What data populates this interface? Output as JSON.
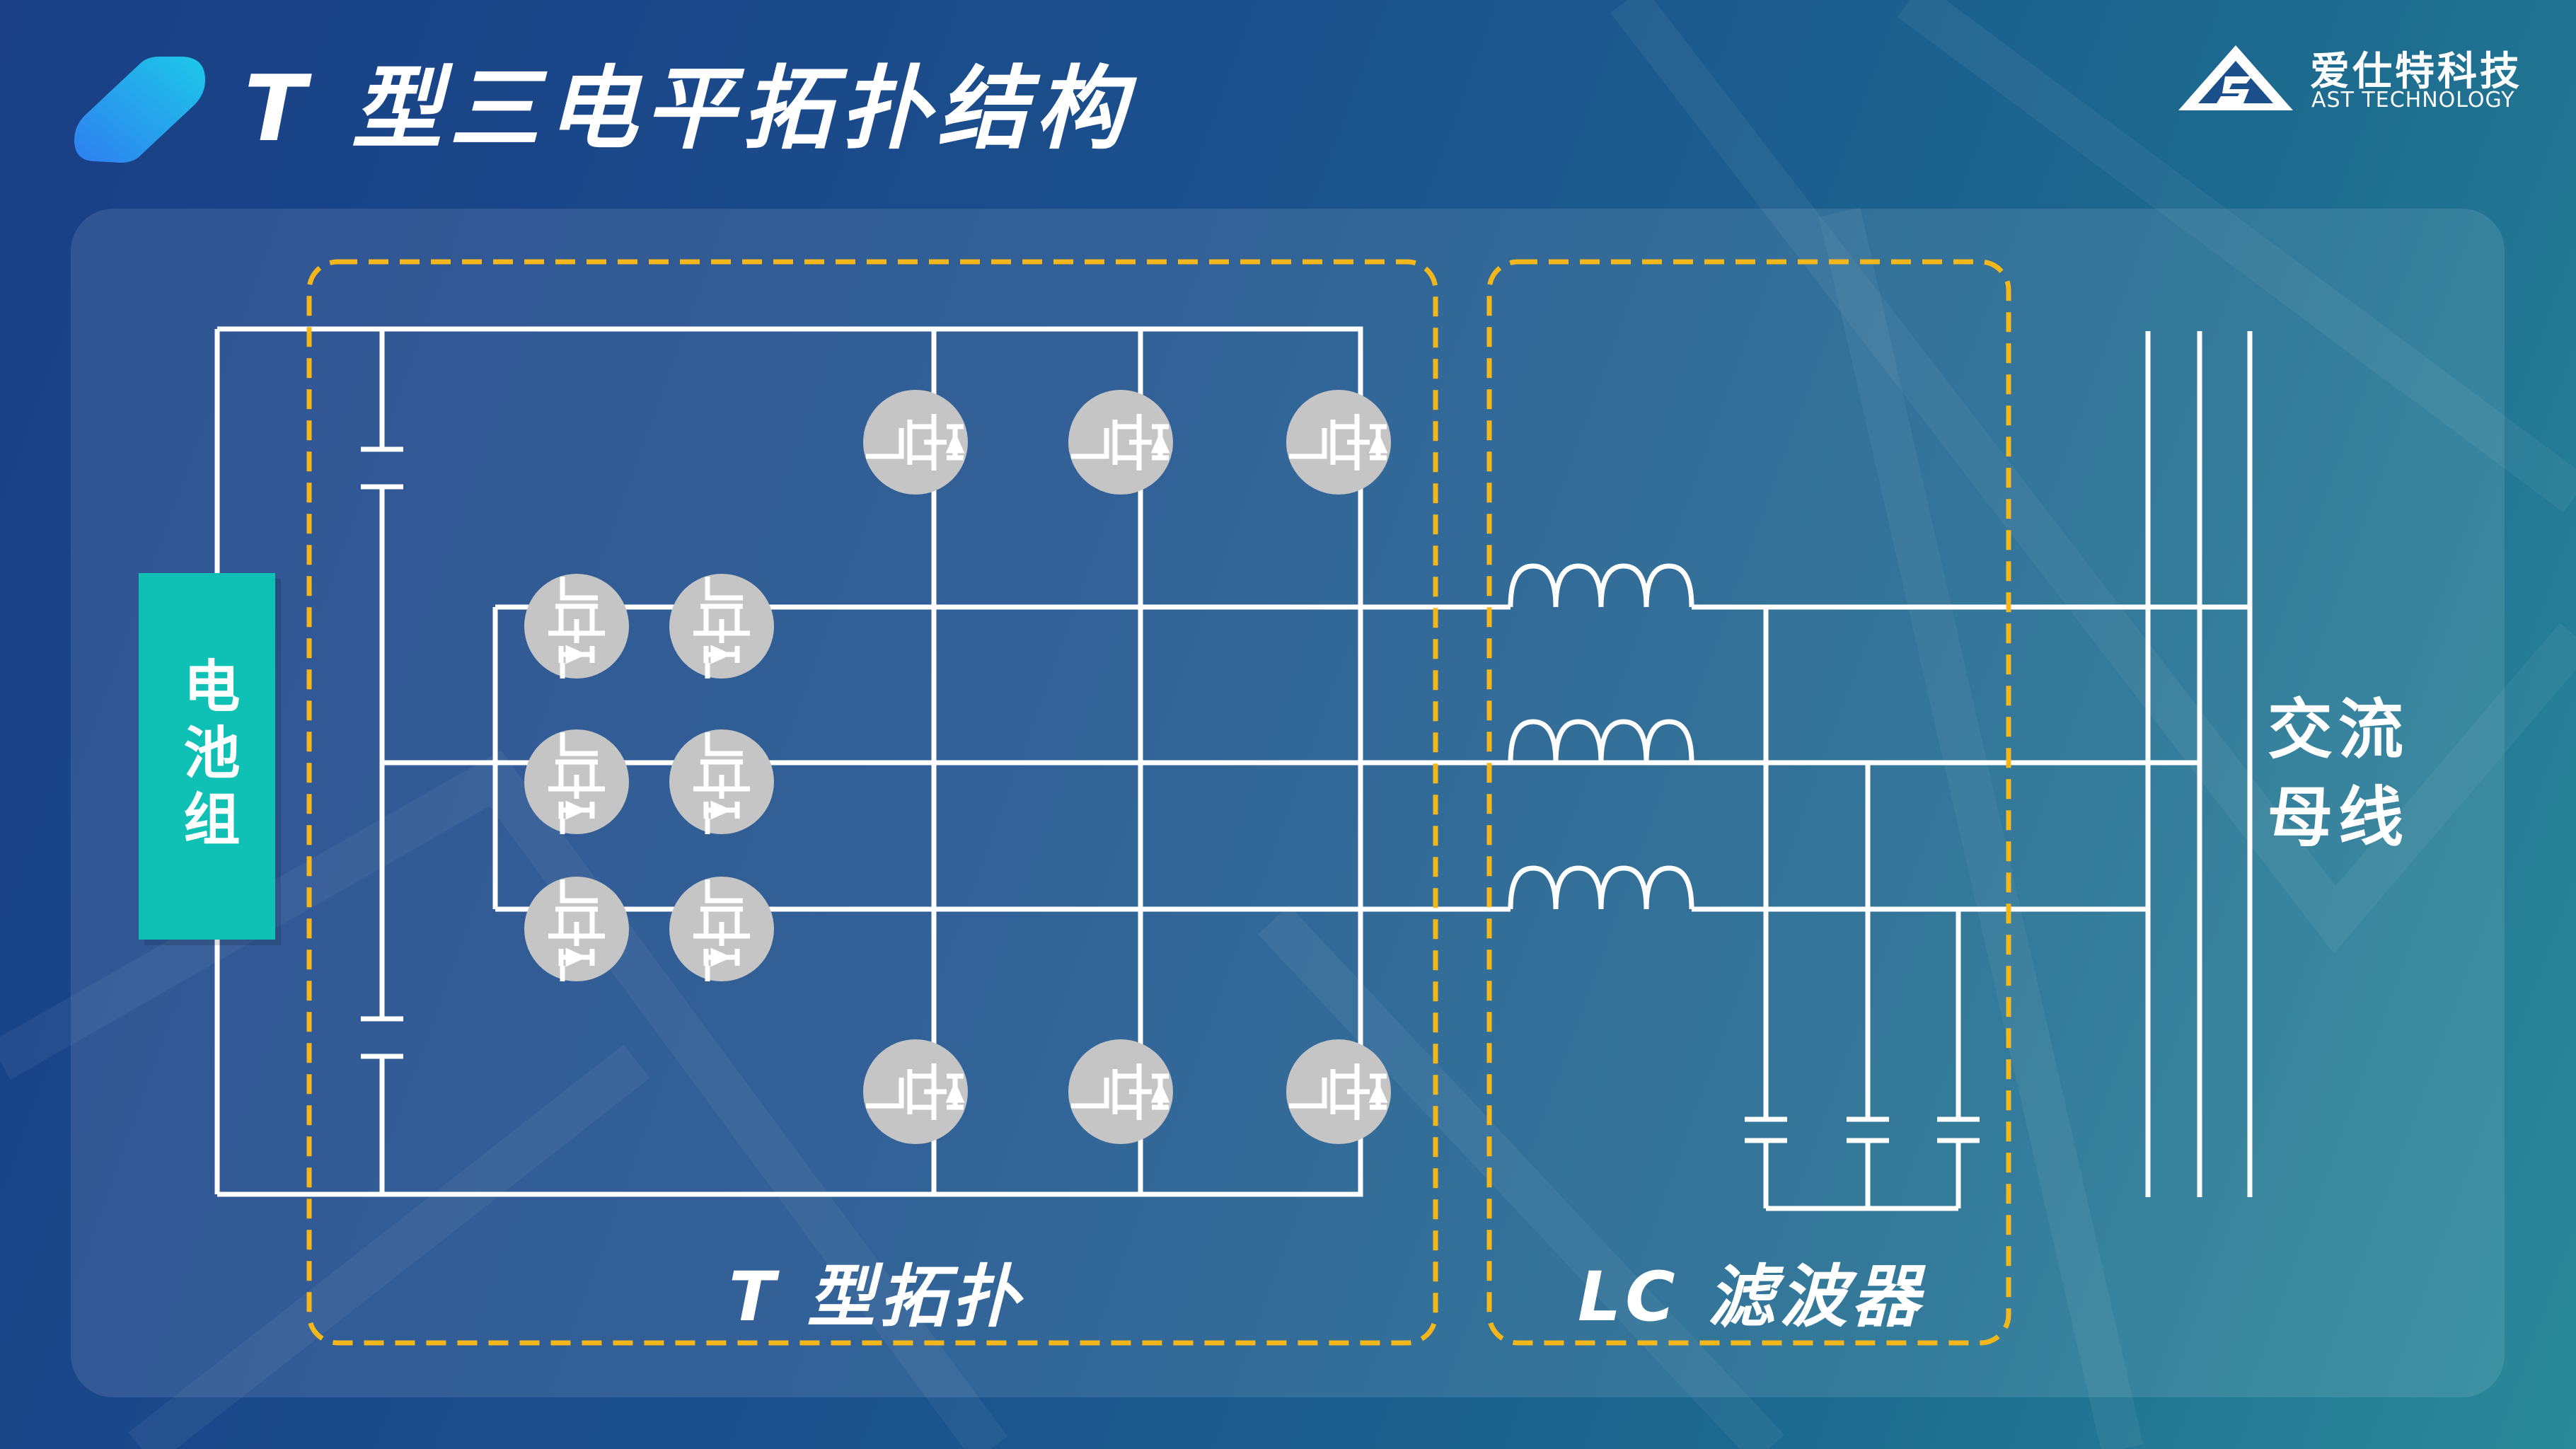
{
  "header": {
    "title": "T 型三电平拓扑结构",
    "logo_icon": "slash-logo-icon"
  },
  "brand": {
    "name": "爱仕特科技",
    "name_en": "AST TECHNOLOGY",
    "mark_icon": "ast-triangle-logo-icon"
  },
  "diagram": {
    "battery_label": "电池组",
    "t_region_label": "T 型拓扑",
    "lc_region_label": "LC 滤波器",
    "ac_bus_label": "交流母线"
  },
  "colors": {
    "wire": "#ffffff",
    "dashed_box": "#f3b71b",
    "battery": "#0fc0b4",
    "switch_disc": "#c5c5c5"
  }
}
